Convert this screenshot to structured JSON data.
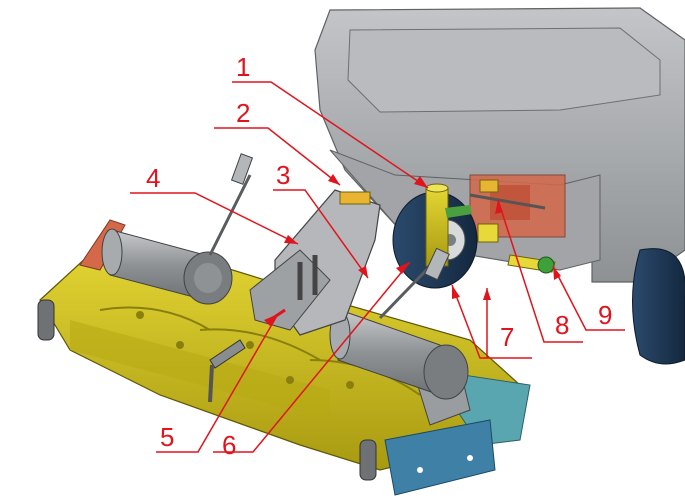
{
  "callouts": [
    {
      "number": "1"
    },
    {
      "number": "2"
    },
    {
      "number": "3"
    },
    {
      "number": "4"
    },
    {
      "number": "5"
    },
    {
      "number": "6"
    },
    {
      "number": "7"
    },
    {
      "number": "8"
    },
    {
      "number": "9"
    }
  ],
  "colors": {
    "callout": "#e0141c",
    "housing": "#9a9c9f",
    "deck_yellow": "#cfc21a",
    "motor_grey": "#8a8d90",
    "wheel_blue": "#1f3a5a",
    "plate_teal": "#5aa6b0"
  }
}
